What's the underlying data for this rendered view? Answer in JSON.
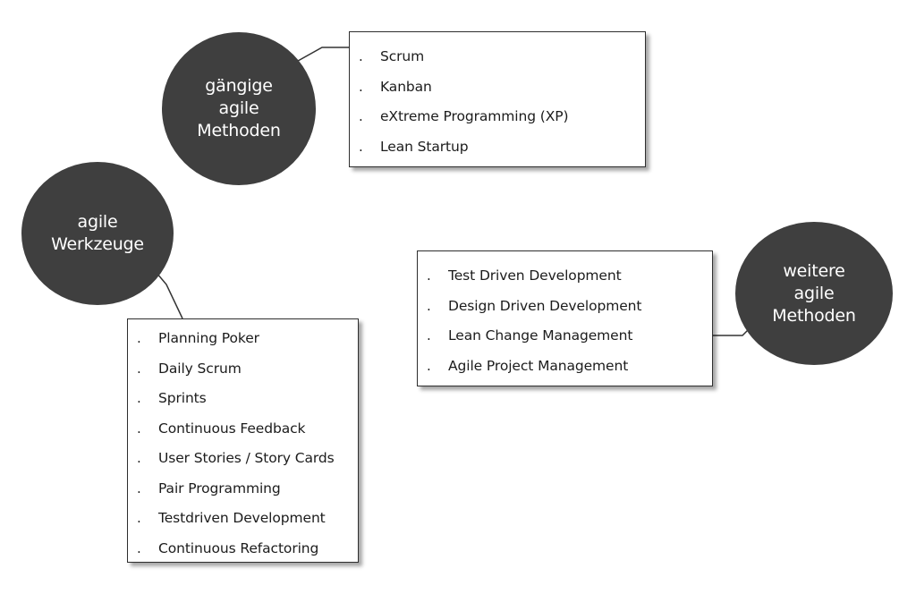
{
  "colors": {
    "bubble": "#3f3f3f",
    "bubble_text": "#ffffff",
    "box_border": "#2e2e2e",
    "text": "#1c1c1c"
  },
  "bullet": ".",
  "methods": {
    "bubble_lines": [
      "gängige",
      "agile",
      "Methoden"
    ],
    "items": [
      "Scrum",
      "Kanban",
      "eXtreme Programming (XP)",
      "Lean Startup"
    ]
  },
  "tools": {
    "bubble_lines": [
      "agile",
      "Werkzeuge"
    ],
    "items": [
      "Planning Poker",
      "Daily Scrum",
      "Sprints",
      "Continuous Feedback",
      "User Stories / Story Cards",
      "Pair Programming",
      "Testdriven Development",
      "Continuous Refactoring"
    ]
  },
  "further": {
    "bubble_lines": [
      "weitere",
      "agile",
      "Methoden"
    ],
    "items": [
      "Test Driven Development",
      "Design Driven Development",
      "Lean Change Management",
      "Agile Project Management"
    ]
  }
}
